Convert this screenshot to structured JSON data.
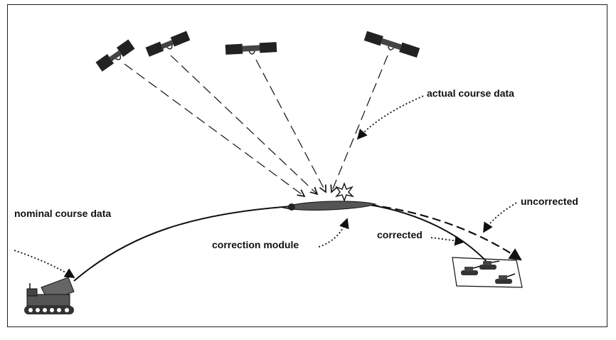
{
  "labels": {
    "actual_course_data": "actual course data",
    "nominal_course_data": "nominal course data",
    "correction_module": "correction module",
    "corrected": "corrected",
    "uncorrected": "uncorrected"
  },
  "colors": {
    "ink": "#111111",
    "shell": "#555555",
    "frame": "#222222"
  },
  "icons": [
    "satellite-icon",
    "launcher-vehicle-icon",
    "shell-icon",
    "tank-icon",
    "burst-icon"
  ]
}
